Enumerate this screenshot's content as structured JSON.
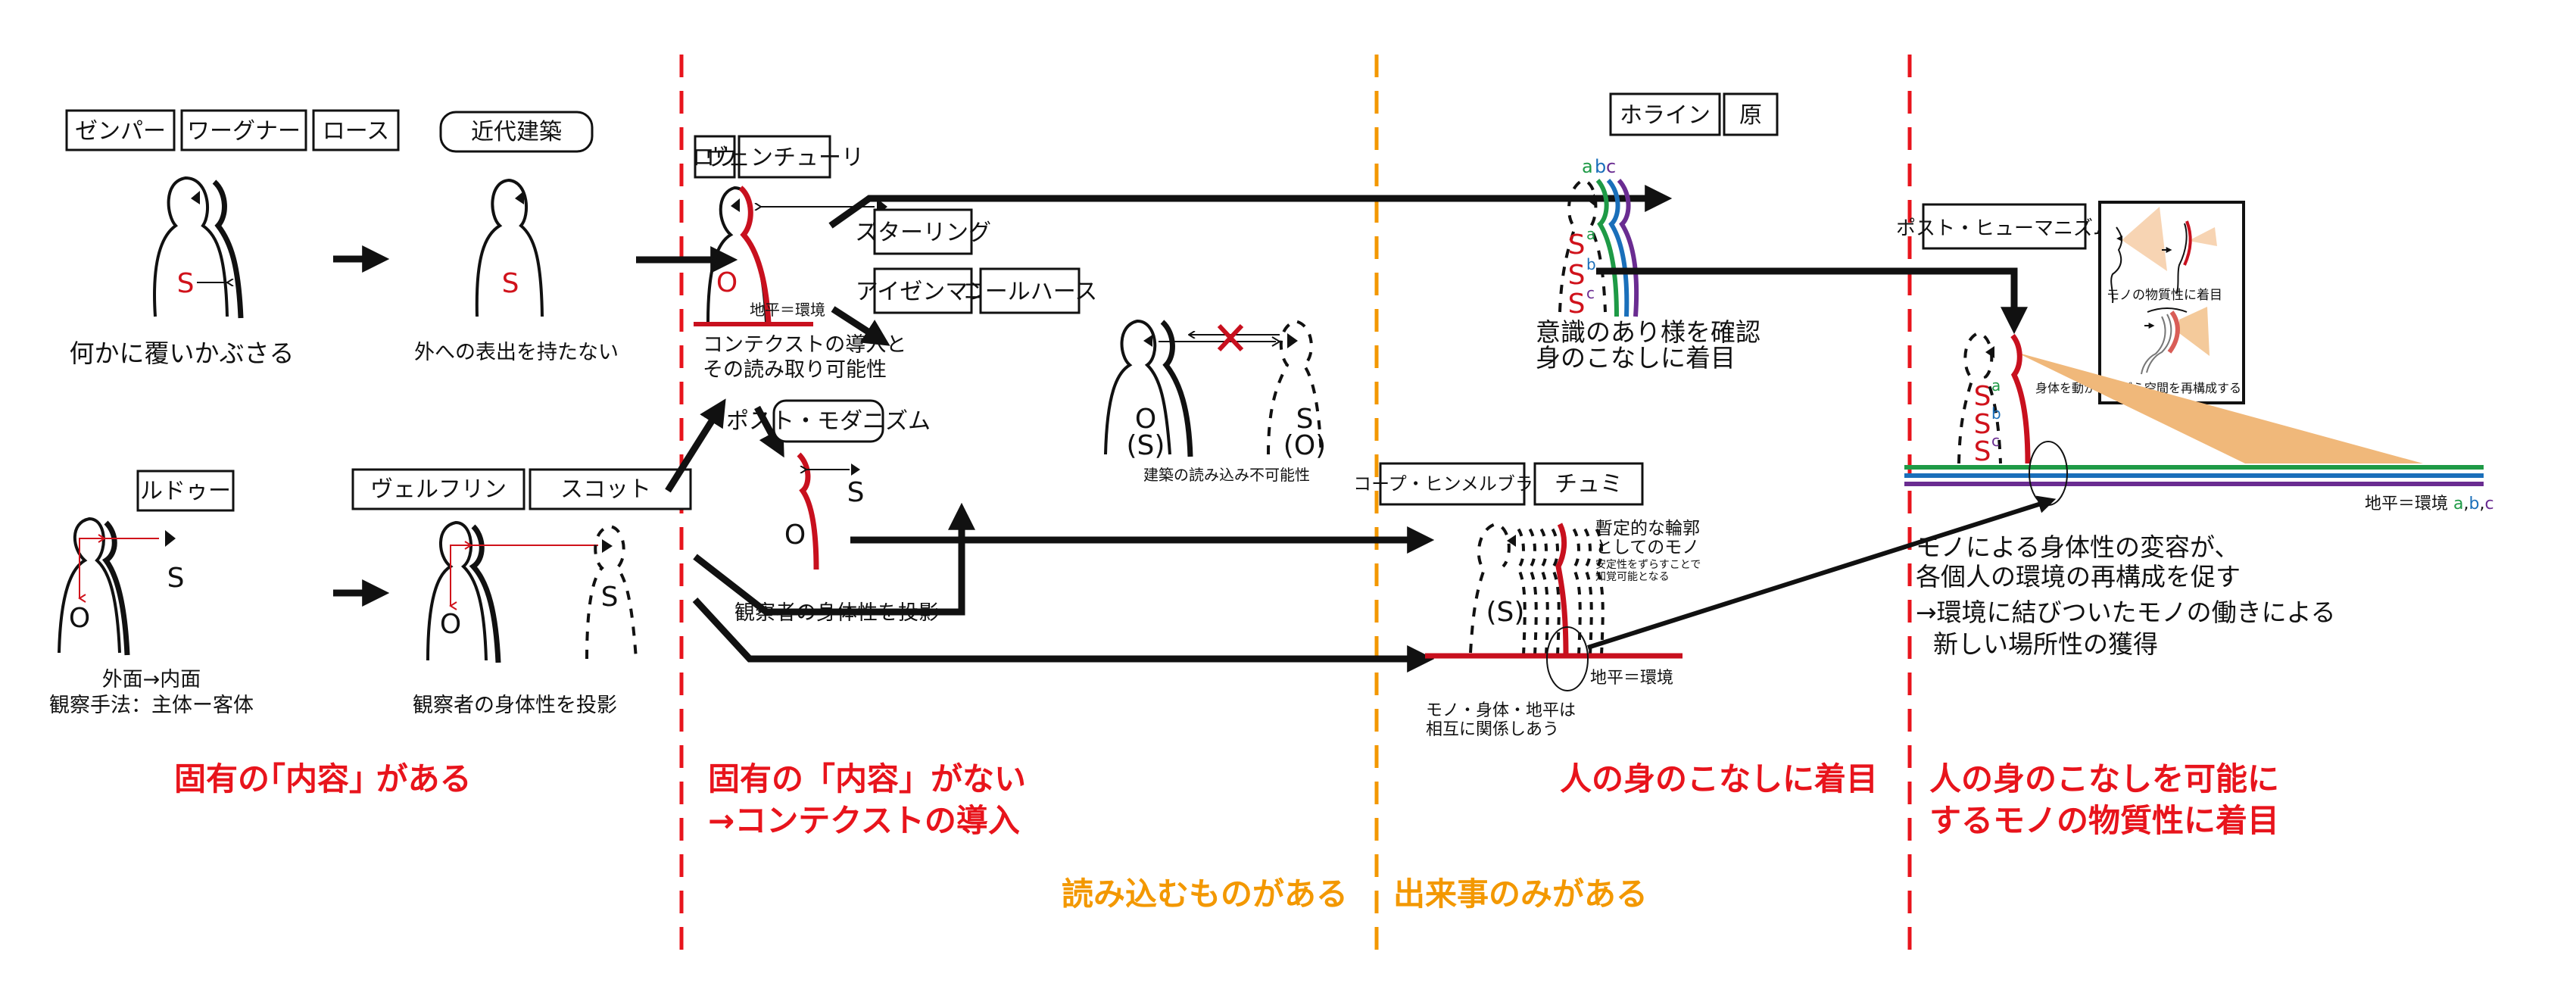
{
  "dividers": [
    {
      "id": "divider-1",
      "color": "#e8141c"
    },
    {
      "id": "divider-2",
      "color": "#f39800"
    },
    {
      "id": "divider-3",
      "color": "#e8141c"
    }
  ],
  "colors": {
    "red": "#d0121b",
    "heading_red": "#e8141c",
    "heading_orange": "#f39800",
    "env_a": "#1e9a46",
    "env_b": "#1a6fba",
    "env_c": "#6a2c91",
    "cone": "#f0b87a"
  },
  "section1": {
    "top_labels": [
      "ゼンパー",
      "ワーグナー",
      "ロース"
    ],
    "modern_label": "近代建築",
    "fig1_caption": "何かに覆いかぶさる",
    "fig2_caption": "外への表出を持たない",
    "ledoux_label": "ルドゥー",
    "ledoux_caption_1": "外面→内面",
    "ledoux_caption_2": "観察手法：主体ー客体",
    "wolfflin_labels": [
      "ヴェルフリン",
      "スコット"
    ],
    "wolfflin_caption": "観察者の身体性を投影",
    "heading": "固有の｢内容｣ がある",
    "S": "S",
    "O": "O"
  },
  "section2": {
    "labels": [
      "ロウ",
      "ヴェンチューリ"
    ],
    "horizon": "地平＝環境",
    "venturi_caption_1": "コンテクストの導入と",
    "venturi_caption_2": "その読み取り可能性",
    "postmodern_label": "ポスト・モダニズム",
    "postmodern_caption": "観察者の身体性を投影",
    "stirling_label": "スターリング",
    "eisenman_labels": [
      "アイゼンマン",
      "コールハース"
    ],
    "eisenman_caption": "建築の読み込み不可能性",
    "OS": "(S)",
    "SO": "(O)",
    "heading_1": "固有の「内容」がない",
    "heading_2": "→コンテクストの導入",
    "subheading": "読み込むものがある"
  },
  "section3": {
    "labels": [
      "ホライン",
      "原"
    ],
    "abc": [
      "a",
      "b",
      "c"
    ],
    "hollein_caption_1": "意識のあり様を確認",
    "hollein_caption_2": "身のこなしに着目",
    "coop_labels": [
      "コープ・ヒンメルブラウ",
      "チュミ"
    ],
    "coop_note_1": "暫定的な輪郭",
    "coop_note_2": "としてのモノ",
    "coop_note_3": "安定性をずらすことで",
    "coop_note_4": "知覚可能となる",
    "horizon": "地平＝環境",
    "coop_caption_1": "モノ・身体・地平は",
    "coop_caption_2": "相互に関係しあう",
    "paren_S": "(S)",
    "heading": "人の身のこなしに着目",
    "subheading": "出来事のみがある"
  },
  "section4": {
    "label": "ポスト・ヒューマニズム",
    "inset_caption_1": "モノの物質性に着目",
    "inset_caption_2": "身体を動かしながら空間を再構成する",
    "horizon": "地平＝環境",
    "horizon_abc": [
      "a",
      ",",
      "b",
      ",",
      "c"
    ],
    "caption_1": "モノによる身体性の変容が、",
    "caption_2": "各個人の環境の再構成を促す",
    "caption_3": "→環境に結びついたモノの働きによる",
    "caption_4": "新しい場所性の獲得",
    "heading_1": "人の身のこなしを可能に",
    "heading_2": "するモノの物質性に着目"
  }
}
